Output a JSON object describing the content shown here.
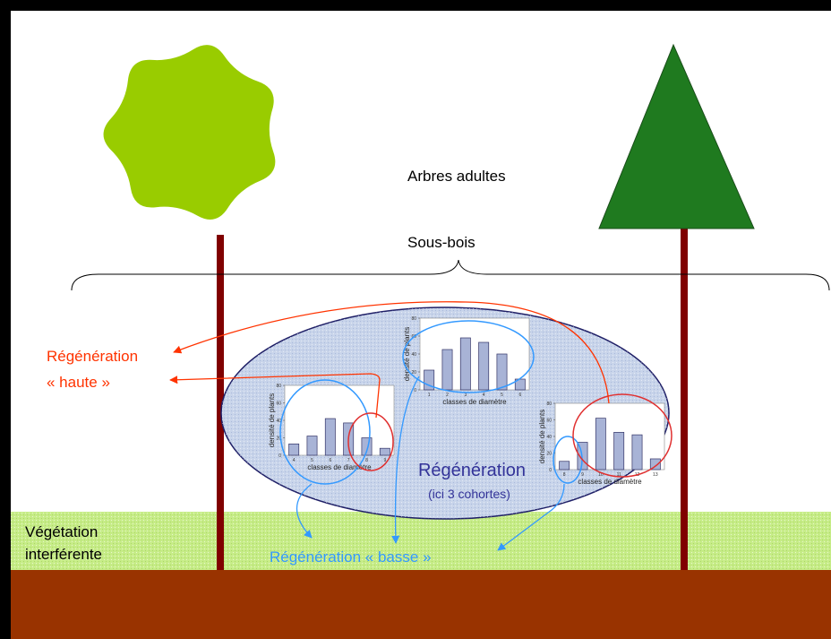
{
  "labels": {
    "adult_trees": "Arbres adultes",
    "understory": "Sous-bois",
    "regen_high_line1": "Régénération",
    "regen_high_line2": "« haute »",
    "regen_center_line1": "Régénération",
    "regen_center_line2": "(ici 3 cohortes)",
    "regen_low": "Régénération « basse »",
    "interfering_veg_line1": "Végétation",
    "interfering_veg_line2": "interférente"
  },
  "colors": {
    "frame": "#000000",
    "ground": "#993300",
    "grass": "#c6ec87",
    "broadleaf_crown": "#99cc00",
    "conifer_crown": "#1f7a1f",
    "trunk": "#800000",
    "ellipse_fill": "#c8d4ea",
    "ellipse_stroke": "#1f1f66",
    "high_regen": "#ff3300",
    "low_regen": "#3399ff",
    "center_text": "#333399",
    "bar_fill": "#a8b3d6"
  },
  "chart_data": [
    {
      "type": "bar",
      "ylabel": "densité de plants",
      "xlabel": "classes de diamètre",
      "categories": [
        "4",
        "5",
        "6",
        "7",
        "8",
        "9"
      ],
      "values": [
        13,
        22,
        42,
        37,
        20,
        8
      ],
      "yticks": [
        "0",
        "20",
        "40",
        "60",
        "80"
      ],
      "ylim": [
        0,
        80
      ]
    },
    {
      "type": "bar",
      "ylabel": "densité de plants",
      "xlabel": "classes de diamètre",
      "categories": [
        "1",
        "2",
        "3",
        "4",
        "5",
        "6"
      ],
      "values": [
        22,
        45,
        58,
        53,
        40,
        12
      ],
      "yticks": [
        "0",
        "20",
        "40",
        "60",
        "80"
      ],
      "ylim": [
        0,
        80
      ]
    },
    {
      "type": "bar",
      "ylabel": "densité de plants",
      "xlabel": "classes de diamètre",
      "categories": [
        "8",
        "9",
        "10",
        "11",
        "12",
        "13"
      ],
      "values": [
        10,
        33,
        62,
        45,
        42,
        13
      ],
      "yticks": [
        "0",
        "20",
        "40",
        "60",
        "80"
      ],
      "ylim": [
        0,
        80
      ]
    }
  ]
}
